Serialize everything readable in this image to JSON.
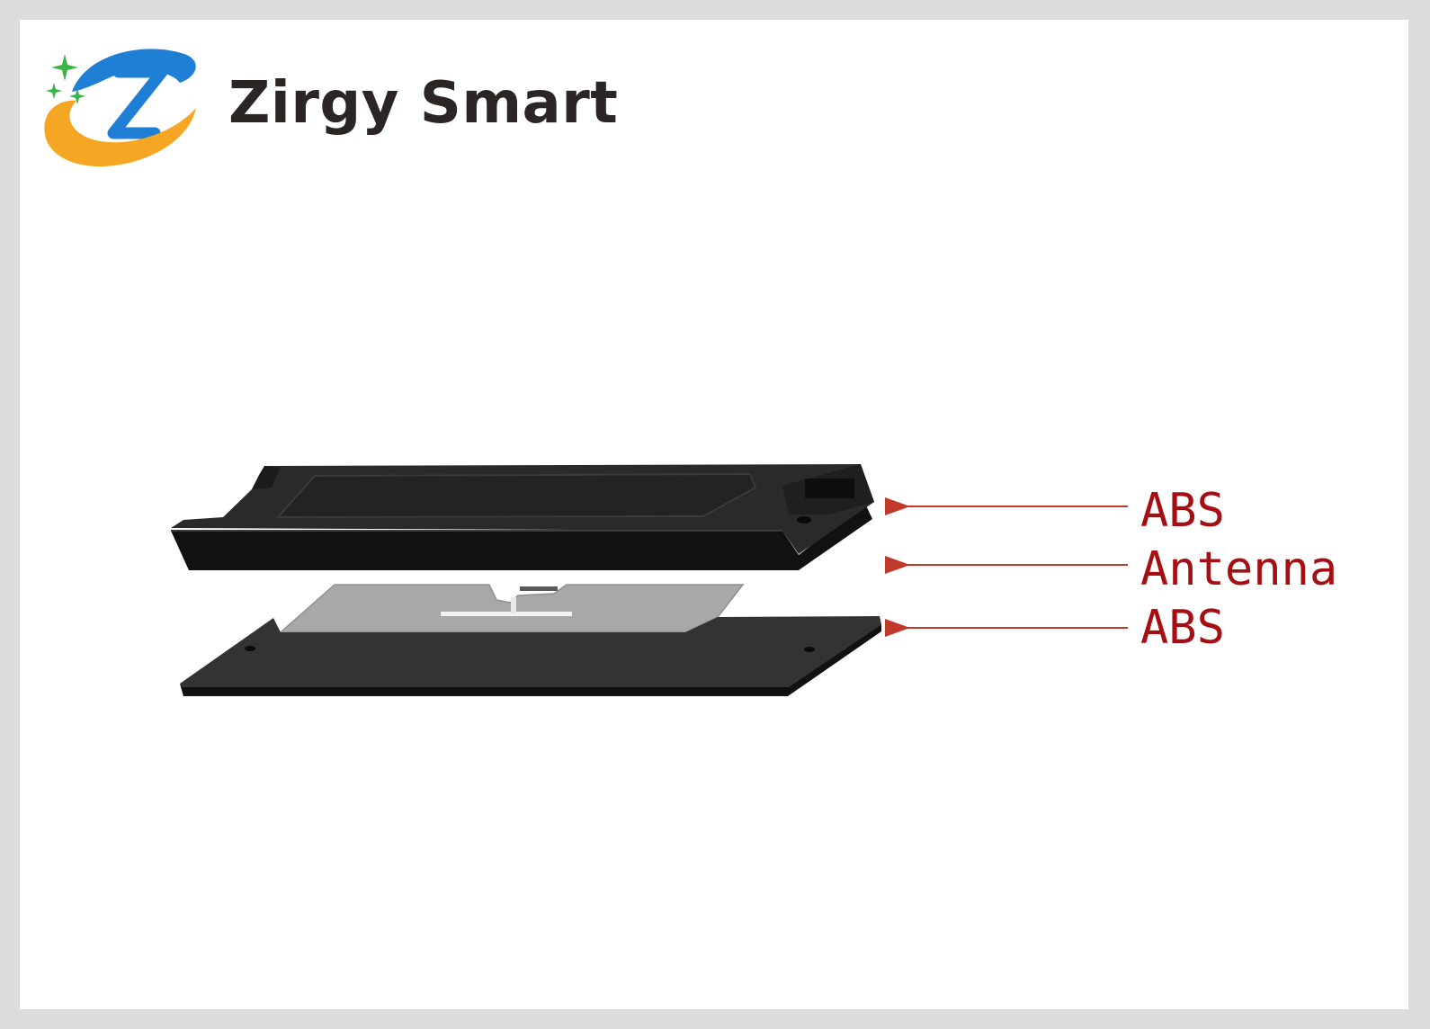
{
  "brand": {
    "name": "Zirgy Smart",
    "logo_icon": "zirgy-swoosh-logo",
    "colors": {
      "blue": "#1e7fd4",
      "orange": "#f5a623",
      "green": "#3bb54a",
      "text": "#2b2625"
    }
  },
  "diagram": {
    "layers": [
      {
        "id": "top-cover",
        "label": "ABS"
      },
      {
        "id": "antenna-inlay",
        "label": "Antenna"
      },
      {
        "id": "bottom-cover",
        "label": "ABS"
      }
    ],
    "colors": {
      "label": "#a50f14",
      "arrow": "#c0392b",
      "housing": "#262626",
      "inlay": "#a8a8a8"
    }
  }
}
